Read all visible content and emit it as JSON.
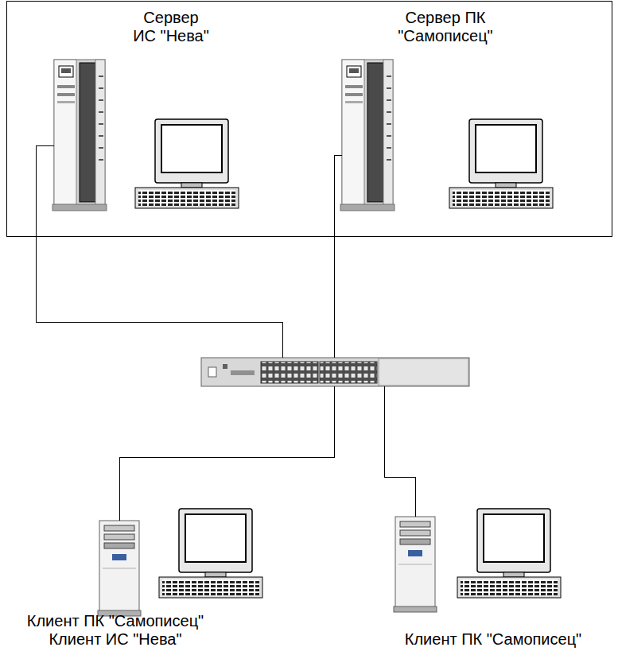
{
  "diagram": {
    "nodes": [
      {
        "text": []
      },
      {
        "text": [
          "Сервер ИС \"Нева\""
        ],
        "in": 0
      },
      {
        "text": [
          "Сервер ПК \"Самописец\""
        ],
        "in": 0
      },
      {
        "text": []
      },
      {
        "text": [
          "Клиент ПК \"Самописец\"",
          "Клиент ИС \"Нева\""
        ]
      },
      {
        "text": [
          "Клиент ПК \"Самописец\""
        ]
      }
    ],
    "edges": [
      {
        "from": 1,
        "to": 3,
        "arrow": "none"
      },
      {
        "from": 2,
        "to": 3,
        "arrow": "none"
      },
      {
        "from": 3,
        "to": 4,
        "arrow": "none"
      },
      {
        "from": 3,
        "to": 5,
        "arrow": "none"
      }
    ]
  }
}
